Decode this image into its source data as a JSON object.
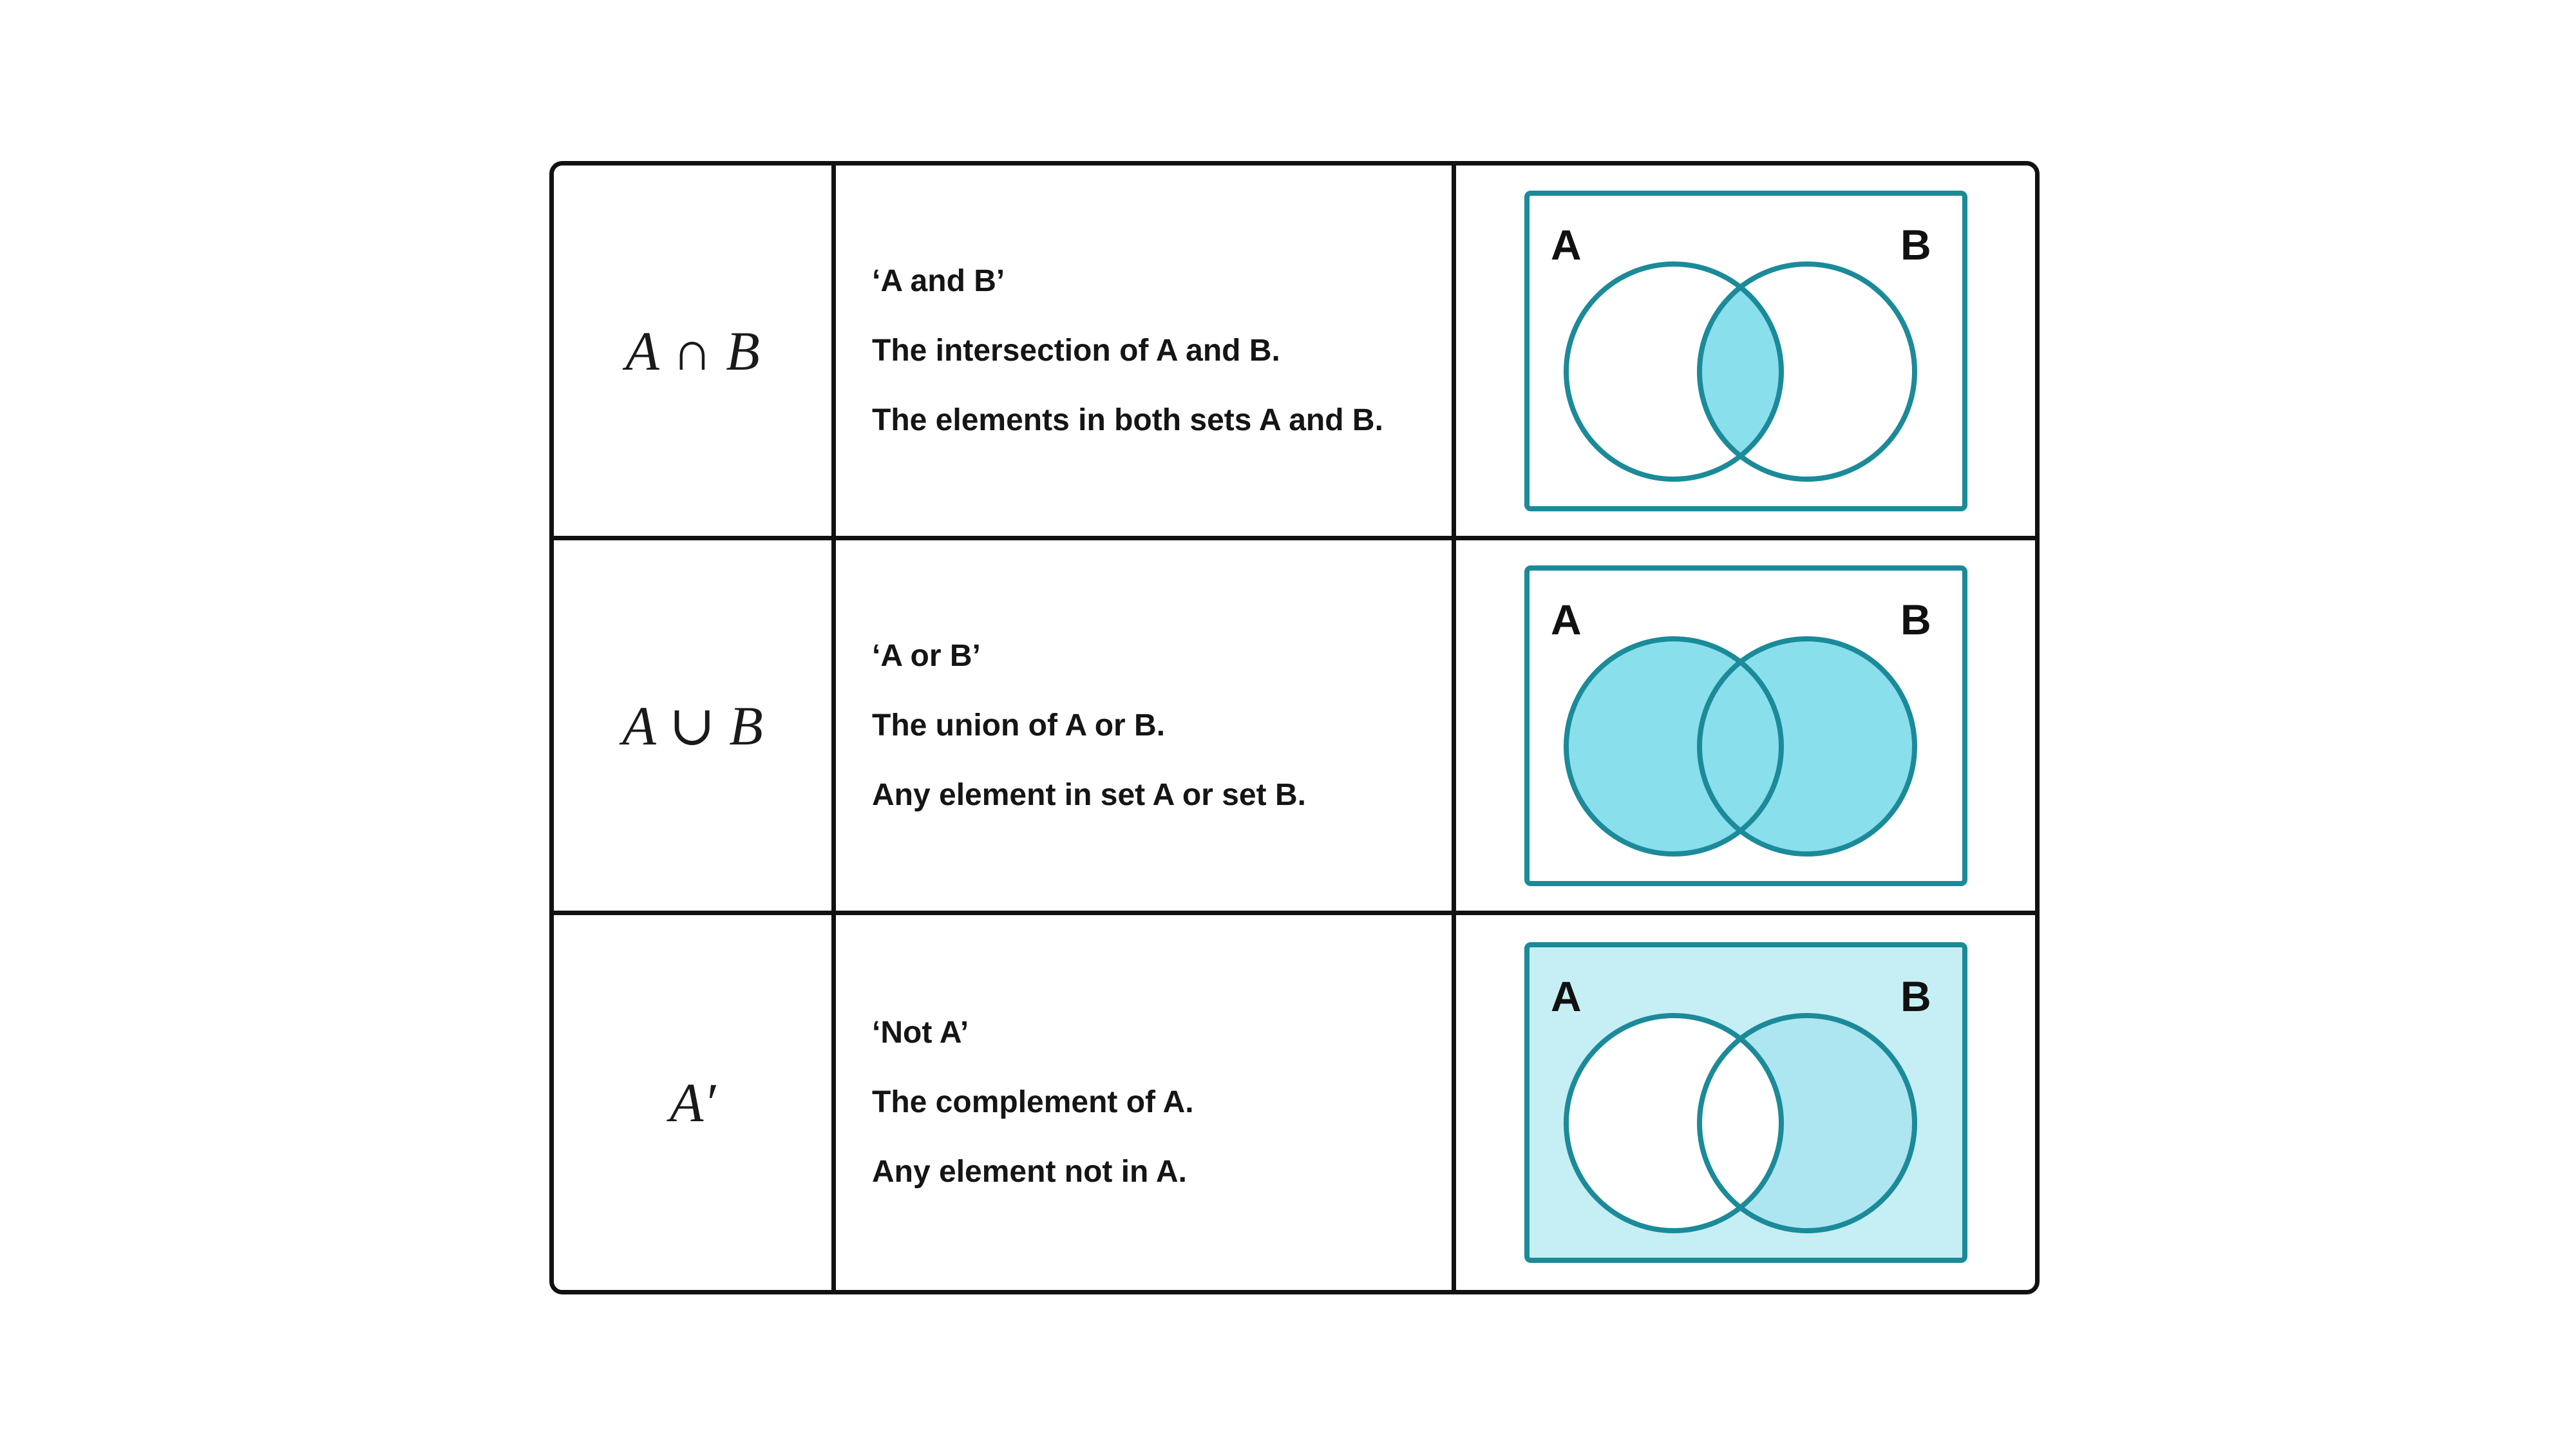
{
  "colors": {
    "border": "#111111",
    "teal_stroke": "#1b8a99",
    "fill_strong": "#8adfed",
    "fill_light": "#c6eef5",
    "fill_complement_b": "#ade6f0"
  },
  "rows": [
    {
      "notation": "A ∩ B",
      "lines": [
        "‘A and B’",
        "The intersection of A and B.",
        "The elements in both sets A and B."
      ],
      "diagram": {
        "label_a": "A",
        "label_b": "B",
        "shading": "intersection"
      }
    },
    {
      "notation": "A ∪ B",
      "lines": [
        "‘A or B’",
        "The union of A or B.",
        "Any element in set A or set B."
      ],
      "diagram": {
        "label_a": "A",
        "label_b": "B",
        "shading": "union"
      }
    },
    {
      "notation": "A′",
      "lines": [
        "‘Not A’",
        "The complement of A.",
        "Any element not in A."
      ],
      "diagram": {
        "label_a": "A",
        "label_b": "B",
        "shading": "complement-a"
      }
    }
  ]
}
